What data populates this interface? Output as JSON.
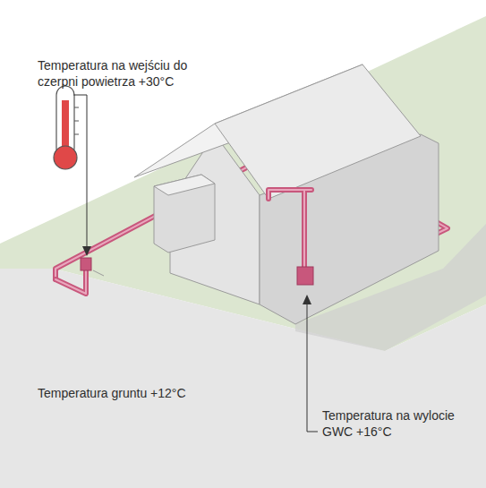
{
  "diagram": {
    "labels": [
      "Temperatura na wejściu do czerpni powietrza +30°C",
      "Temperatura gruntu +12°C",
      "Temperatura na wylocie GWC +16°C"
    ]
  }
}
